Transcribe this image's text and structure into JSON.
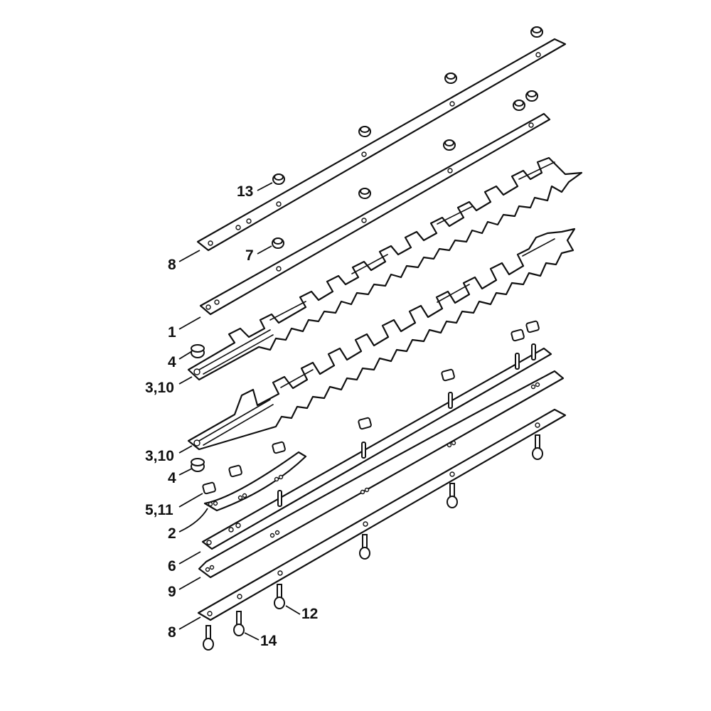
{
  "diagram": {
    "type": "exploded-parts-view",
    "subject": "hedge trimmer cutter blade assembly",
    "colors": {
      "line": "#111111",
      "background": "#ffffff"
    },
    "callouts": [
      {
        "id": "c13",
        "text": "13",
        "part": "collar nut (top bar)"
      },
      {
        "id": "c8a",
        "text": "8",
        "part": "top guard bar"
      },
      {
        "id": "c7",
        "text": "7",
        "part": "collar nut"
      },
      {
        "id": "c1",
        "text": "1",
        "part": "guide bar"
      },
      {
        "id": "c4a",
        "text": "4",
        "part": "spacer sleeve"
      },
      {
        "id": "c310a",
        "text": "3,10",
        "part": "upper cutter blade"
      },
      {
        "id": "c310b",
        "text": "3,10",
        "part": "lower cutter blade"
      },
      {
        "id": "c4b",
        "text": "4",
        "part": "spacer sleeve"
      },
      {
        "id": "c511",
        "text": "5,11",
        "part": "slide block"
      },
      {
        "id": "c2",
        "text": "2",
        "part": "curved plate"
      },
      {
        "id": "c6",
        "text": "6",
        "part": "pin bar"
      },
      {
        "id": "c9",
        "text": "9",
        "part": "support bar"
      },
      {
        "id": "c8b",
        "text": "8",
        "part": "bottom guard bar"
      },
      {
        "id": "c12",
        "text": "12",
        "part": "screw"
      },
      {
        "id": "c14",
        "text": "14",
        "part": "screw"
      }
    ]
  }
}
